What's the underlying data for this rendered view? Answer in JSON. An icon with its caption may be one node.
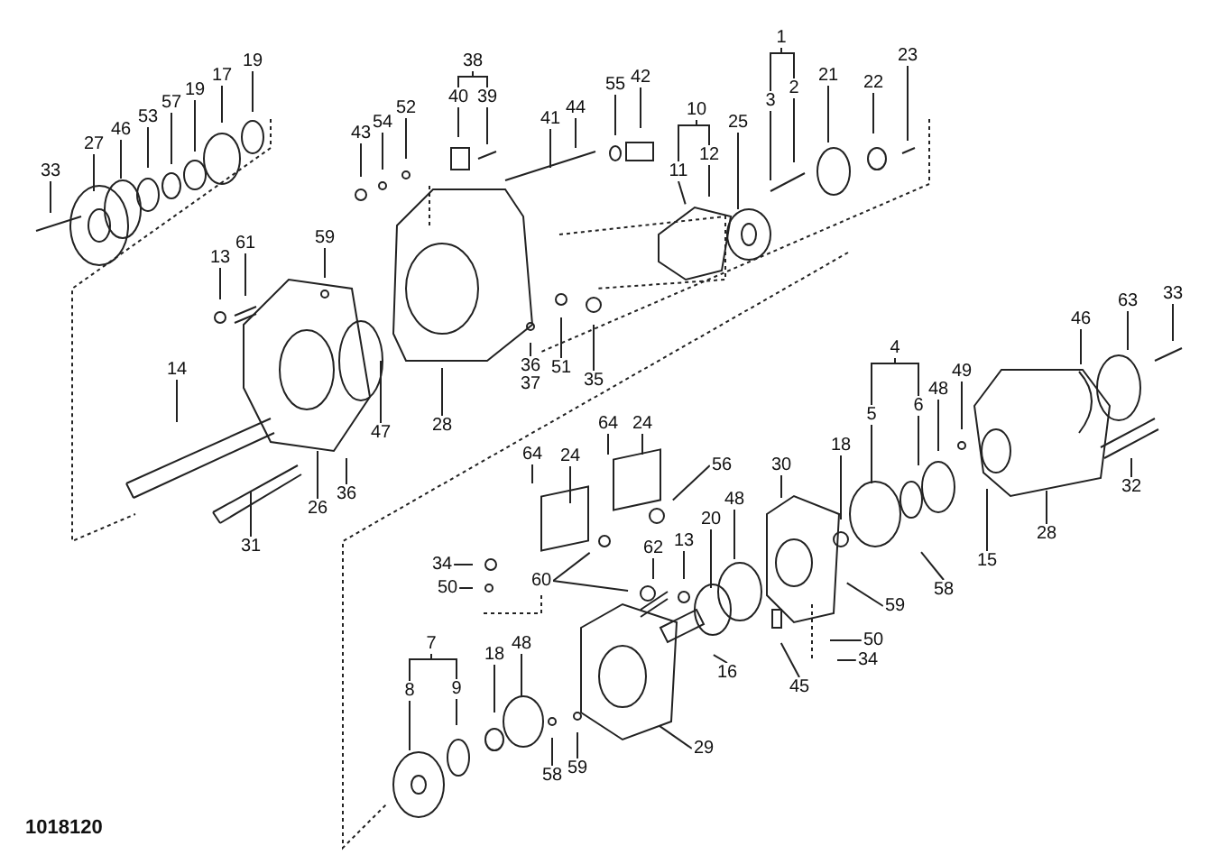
{
  "diagram": {
    "nodes": [
      {
        "text": [
          "33"
        ]
      },
      {
        "text": [
          "27"
        ]
      },
      {
        "text": [
          "46"
        ]
      },
      {
        "text": [
          "53"
        ]
      },
      {
        "text": [
          "57"
        ]
      },
      {
        "text": [
          "19"
        ]
      },
      {
        "text": [
          "17"
        ]
      },
      {
        "text": [
          "19"
        ]
      },
      {
        "text": [
          "43"
        ]
      },
      {
        "text": [
          "54"
        ]
      },
      {
        "text": [
          "52"
        ]
      },
      {
        "text": [
          "38"
        ]
      },
      {
        "text": [
          "40"
        ]
      },
      {
        "text": [
          "39"
        ]
      },
      {
        "text": [
          "41"
        ]
      },
      {
        "text": [
          "44"
        ]
      },
      {
        "text": [
          "55"
        ]
      },
      {
        "text": [
          "42"
        ]
      },
      {
        "text": [
          "1"
        ]
      },
      {
        "text": [
          "3"
        ]
      },
      {
        "text": [
          "2"
        ]
      },
      {
        "text": [
          "10"
        ]
      },
      {
        "text": [
          "11"
        ]
      },
      {
        "text": [
          "12"
        ]
      },
      {
        "text": [
          "25"
        ]
      },
      {
        "text": [
          "21"
        ]
      },
      {
        "text": [
          "22"
        ]
      },
      {
        "text": [
          "23"
        ]
      },
      {
        "text": [
          "13"
        ]
      },
      {
        "text": [
          "61"
        ]
      },
      {
        "text": [
          "59"
        ]
      },
      {
        "text": [
          "14"
        ]
      },
      {
        "text": [
          "47"
        ]
      },
      {
        "text": [
          "28"
        ]
      },
      {
        "text": [
          "36"
        ]
      },
      {
        "text": [
          "37"
        ]
      },
      {
        "text": [
          "51"
        ]
      },
      {
        "text": [
          "35"
        ]
      },
      {
        "text": [
          "26"
        ]
      },
      {
        "text": [
          "36"
        ]
      },
      {
        "text": [
          "31"
        ]
      },
      {
        "text": [
          "63"
        ]
      },
      {
        "text": [
          "33"
        ]
      },
      {
        "text": [
          "46"
        ]
      },
      {
        "text": [
          "4"
        ]
      },
      {
        "text": [
          "5"
        ]
      },
      {
        "text": [
          "6"
        ]
      },
      {
        "text": [
          "48"
        ]
      },
      {
        "text": [
          "49"
        ]
      },
      {
        "text": [
          "18"
        ]
      },
      {
        "text": [
          "30"
        ]
      },
      {
        "text": [
          "32"
        ]
      },
      {
        "text": [
          "15"
        ]
      },
      {
        "text": [
          "28"
        ]
      },
      {
        "text": [
          "58"
        ]
      },
      {
        "text": [
          "59"
        ]
      },
      {
        "text": [
          "50"
        ]
      },
      {
        "text": [
          "34"
        ]
      },
      {
        "text": [
          "64"
        ]
      },
      {
        "text": [
          "24"
        ]
      },
      {
        "text": [
          "64"
        ]
      },
      {
        "text": [
          "24"
        ]
      },
      {
        "text": [
          "56"
        ]
      },
      {
        "text": [
          "34"
        ]
      },
      {
        "text": [
          "50"
        ]
      },
      {
        "text": [
          "60"
        ]
      },
      {
        "text": [
          "62"
        ]
      },
      {
        "text": [
          "13"
        ]
      },
      {
        "text": [
          "20"
        ]
      },
      {
        "text": [
          "48"
        ]
      },
      {
        "text": [
          "16"
        ]
      },
      {
        "text": [
          "45"
        ]
      },
      {
        "text": [
          "7"
        ]
      },
      {
        "text": [
          "8"
        ]
      },
      {
        "text": [
          "9"
        ]
      },
      {
        "text": [
          "18"
        ]
      },
      {
        "text": [
          "48"
        ]
      },
      {
        "text": [
          "58"
        ]
      },
      {
        "text": [
          "59"
        ]
      },
      {
        "text": [
          "29"
        ]
      }
    ],
    "edges": [
      {
        "from": 0,
        "to": null,
        "arrow": "none"
      },
      {
        "from": 1,
        "to": null,
        "arrow": "none"
      },
      {
        "from": 2,
        "to": null,
        "arrow": "none"
      },
      {
        "from": 3,
        "to": null,
        "arrow": "none"
      },
      {
        "from": 4,
        "to": null,
        "arrow": "none"
      },
      {
        "from": 5,
        "to": null,
        "arrow": "none"
      },
      {
        "from": 6,
        "to": null,
        "arrow": "none"
      },
      {
        "from": 7,
        "to": null,
        "arrow": "none"
      },
      {
        "from": 8,
        "to": null,
        "arrow": "none"
      },
      {
        "from": 9,
        "to": null,
        "arrow": "none"
      },
      {
        "from": 10,
        "to": null,
        "arrow": "none"
      },
      {
        "from": 11,
        "to": 12,
        "arrow": "none"
      },
      {
        "from": 11,
        "to": 13,
        "arrow": "none"
      },
      {
        "from": 12,
        "to": null,
        "arrow": "none"
      },
      {
        "from": 13,
        "to": null,
        "arrow": "none"
      },
      {
        "from": 14,
        "to": null,
        "arrow": "none"
      },
      {
        "from": 15,
        "to": null,
        "arrow": "none"
      },
      {
        "from": 16,
        "to": null,
        "arrow": "none"
      },
      {
        "from": 17,
        "to": null,
        "arrow": "none"
      },
      {
        "from": 18,
        "to": 19,
        "arrow": "none"
      },
      {
        "from": 18,
        "to": 20,
        "arrow": "none"
      },
      {
        "from": 19,
        "to": null,
        "arrow": "none"
      },
      {
        "from": 20,
        "to": null,
        "arrow": "none"
      },
      {
        "from": 21,
        "to": 22,
        "arrow": "none"
      },
      {
        "from": 21,
        "to": 23,
        "arrow": "none"
      },
      {
        "from": 22,
        "to": null,
        "arrow": "none"
      },
      {
        "from": 23,
        "to": null,
        "arrow": "none"
      },
      {
        "from": 24,
        "to": null,
        "arrow": "none"
      },
      {
        "from": 25,
        "to": null,
        "arrow": "none"
      },
      {
        "from": 26,
        "to": null,
        "arrow": "none"
      },
      {
        "from": 27,
        "to": null,
        "arrow": "none"
      },
      {
        "from": 28,
        "to": null,
        "arrow": "none"
      },
      {
        "from": 29,
        "to": null,
        "arrow": "none"
      },
      {
        "from": 30,
        "to": null,
        "arrow": "none"
      },
      {
        "from": 31,
        "to": null,
        "arrow": "none"
      },
      {
        "from": 32,
        "to": null,
        "arrow": "none"
      },
      {
        "from": 33,
        "to": null,
        "arrow": "none"
      },
      {
        "from": 34,
        "to": null,
        "arrow": "none"
      },
      {
        "from": 36,
        "to": null,
        "arrow": "none"
      },
      {
        "from": 37,
        "to": null,
        "arrow": "none"
      },
      {
        "from": 38,
        "to": null,
        "arrow": "none"
      },
      {
        "from": 39,
        "to": null,
        "arrow": "none"
      },
      {
        "from": 40,
        "to": null,
        "arrow": "none"
      },
      {
        "from": 41,
        "to": null,
        "arrow": "none"
      },
      {
        "from": 42,
        "to": null,
        "arrow": "none"
      },
      {
        "from": 43,
        "to": null,
        "arrow": "none"
      },
      {
        "from": 44,
        "to": 45,
        "arrow": "none"
      },
      {
        "from": 44,
        "to": 46,
        "arrow": "none"
      },
      {
        "from": 45,
        "to": null,
        "arrow": "none"
      },
      {
        "from": 46,
        "to": null,
        "arrow": "none"
      },
      {
        "from": 47,
        "to": null,
        "arrow": "none"
      },
      {
        "from": 48,
        "to": null,
        "arrow": "none"
      },
      {
        "from": 49,
        "to": null,
        "arrow": "none"
      },
      {
        "from": 50,
        "to": null,
        "arrow": "none"
      },
      {
        "from": 51,
        "to": null,
        "arrow": "none"
      },
      {
        "from": 52,
        "to": null,
        "arrow": "none"
      },
      {
        "from": 53,
        "to": null,
        "arrow": "none"
      },
      {
        "from": 54,
        "to": null,
        "arrow": "none"
      },
      {
        "from": 55,
        "to": null,
        "arrow": "none"
      },
      {
        "from": 56,
        "to": null,
        "arrow": "none"
      },
      {
        "from": 57,
        "to": null,
        "arrow": "none"
      },
      {
        "from": 58,
        "to": null,
        "arrow": "none"
      },
      {
        "from": 59,
        "to": null,
        "arrow": "none"
      },
      {
        "from": 60,
        "to": null,
        "arrow": "none"
      },
      {
        "from": 61,
        "to": null,
        "arrow": "none"
      },
      {
        "from": 62,
        "to": null,
        "arrow": "none"
      },
      {
        "from": 63,
        "to": null,
        "arrow": "none"
      },
      {
        "from": 64,
        "to": null,
        "arrow": "none"
      },
      {
        "from": 65,
        "to": null,
        "arrow": "none"
      },
      {
        "from": 65,
        "to": null,
        "arrow": "none"
      },
      {
        "from": 66,
        "to": null,
        "arrow": "none"
      },
      {
        "from": 67,
        "to": null,
        "arrow": "none"
      },
      {
        "from": 68,
        "to": null,
        "arrow": "none"
      },
      {
        "from": 69,
        "to": null,
        "arrow": "none"
      },
      {
        "from": 70,
        "to": null,
        "arrow": "none"
      },
      {
        "from": 71,
        "to": null,
        "arrow": "none"
      },
      {
        "from": 72,
        "to": 73,
        "arrow": "none"
      },
      {
        "from": 72,
        "to": 74,
        "arrow": "none"
      },
      {
        "from": 73,
        "to": null,
        "arrow": "none"
      },
      {
        "from": 74,
        "to": null,
        "arrow": "none"
      },
      {
        "from": 75,
        "to": null,
        "arrow": "none"
      },
      {
        "from": 76,
        "to": null,
        "arrow": "none"
      },
      {
        "from": 77,
        "to": null,
        "arrow": "none"
      },
      {
        "from": 78,
        "to": null,
        "arrow": "none"
      },
      {
        "from": 79,
        "to": null,
        "arrow": "none"
      }
    ],
    "labels": [
      "1018120"
    ]
  }
}
